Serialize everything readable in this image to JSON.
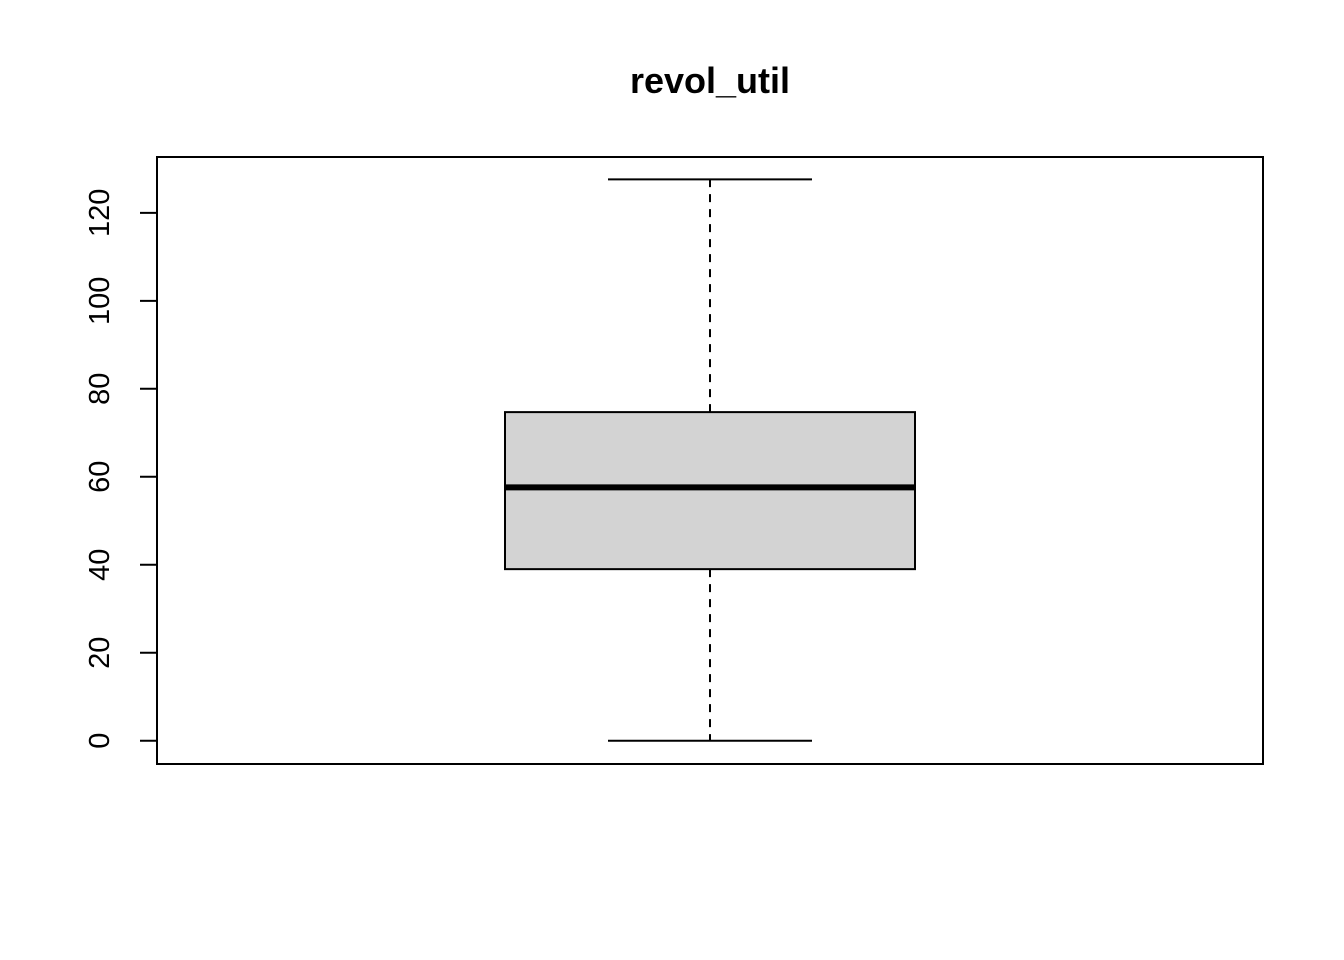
{
  "chart_data": {
    "type": "box",
    "title": "revol_util",
    "xlabel": "",
    "ylabel": "",
    "ylim": [
      -5.3,
      132.7
    ],
    "y_ticks": [
      0,
      20,
      40,
      60,
      80,
      100,
      120
    ],
    "y_tick_labels": [
      "0",
      "20",
      "40",
      "60",
      "80",
      "100",
      "120"
    ],
    "box": {
      "whisker_low": 0,
      "q1": 39,
      "median": 57.6,
      "q3": 74.7,
      "whisker_high": 127.6
    },
    "grid": false,
    "legend": "none",
    "colors": {
      "box_fill": "#d3d3d3",
      "stroke": "#000000",
      "background": "#ffffff"
    }
  }
}
